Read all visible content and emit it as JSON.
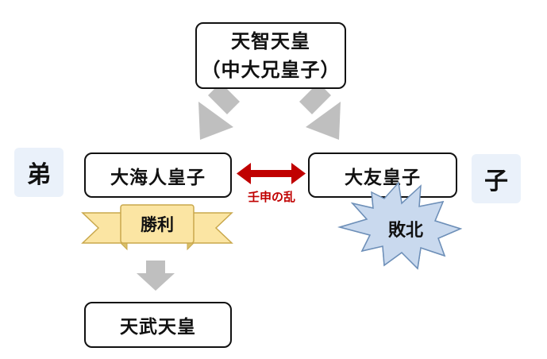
{
  "nodes": {
    "tenji": {
      "line1": "天智天皇",
      "line2": "（中大兄皇子）"
    },
    "oama": "大海人皇子",
    "otomo": "大友皇子",
    "tenmu": "天武天皇"
  },
  "side_labels": {
    "left": "弟",
    "right": "子"
  },
  "conflict_label": "壬申の乱",
  "victory_label": "勝利",
  "defeat_label": "敗北",
  "colors": {
    "arrow_gray": "#bfbfbf",
    "conflict_red": "#c00000",
    "ribbon_fill": "#fbe5a3",
    "ribbon_stroke": "#c9a84c",
    "burst_fill": "#c9d9ee",
    "burst_stroke": "#6d8fb8",
    "tag_bg": "#eaf1fa"
  }
}
